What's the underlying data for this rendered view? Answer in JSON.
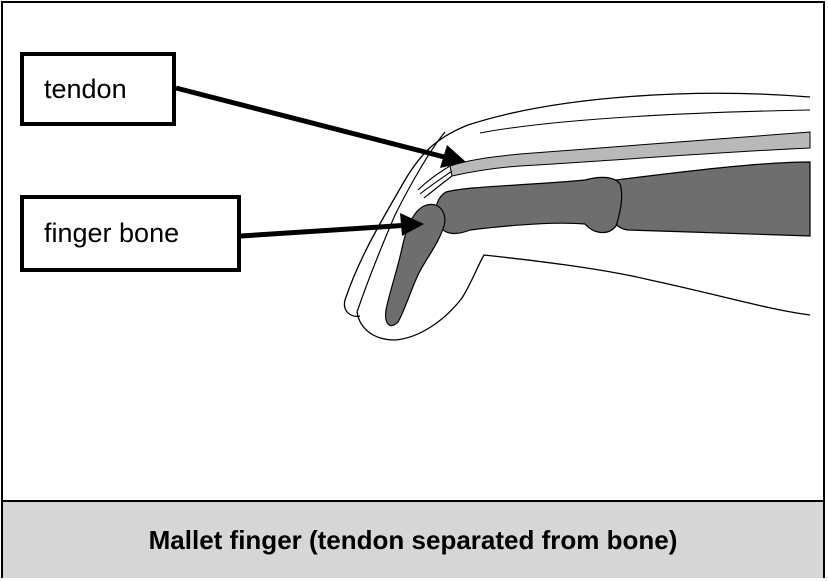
{
  "labels": {
    "tendon": "tendon",
    "finger_bone": "finger bone"
  },
  "caption": "Mallet finger (tendon separated from bone)",
  "colors": {
    "bone": "#6e6e6e",
    "tendon": "#b9b9b9",
    "caption_bg": "#d6d6d6",
    "outline": "#000000"
  }
}
